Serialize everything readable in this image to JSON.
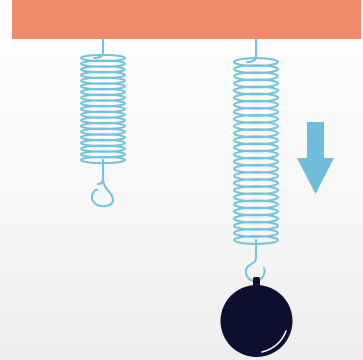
{
  "colors": {
    "ceiling": "#ef8a6a",
    "spring": "#74c2dd",
    "arrow": "#6fbcdb",
    "weight": "#0d0f2e",
    "weight_highlight": "#ffffff",
    "background_top": "#ffffff",
    "background_bottom": "#eeeeee"
  },
  "icons": {
    "left_spring": "coil-spring-icon",
    "right_spring": "coil-spring-icon",
    "arrow": "down-arrow-icon",
    "weight": "round-weight-icon"
  },
  "springs": [
    {
      "name": "unloaded",
      "state": "relaxed",
      "coils": 19
    },
    {
      "name": "loaded",
      "state": "stretched",
      "coils": 26
    }
  ],
  "arrow_direction": "down"
}
